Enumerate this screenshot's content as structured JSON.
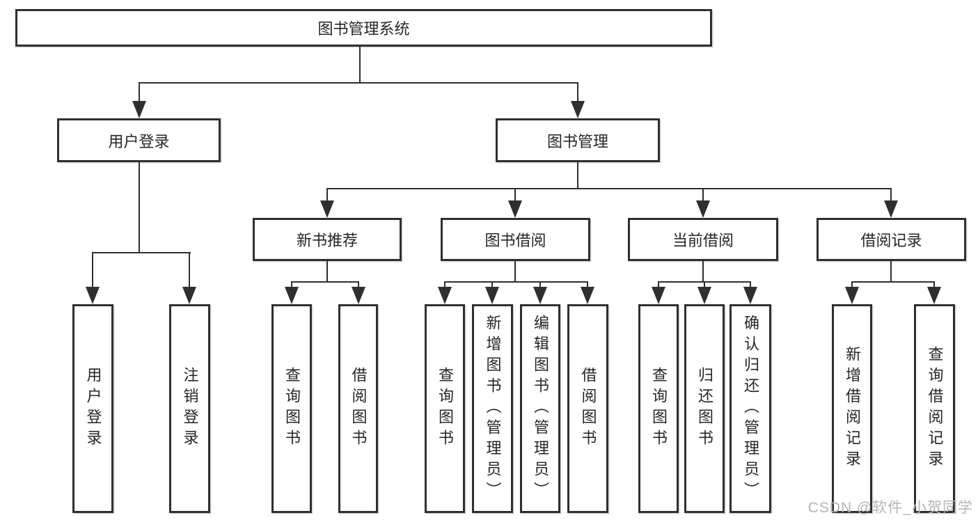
{
  "colors": {
    "line": "#2f2f2f",
    "text": "#262626",
    "watermark": "#b5b5b5",
    "background": "#ffffff"
  },
  "watermark": {
    "text": "CSDN @软件_小贺同学"
  },
  "diagram": {
    "root": {
      "label": "图书管理系统"
    },
    "branches": [
      {
        "label": "用户登录",
        "children": [
          {
            "label": "用户登录"
          },
          {
            "label": "注销登录"
          }
        ]
      },
      {
        "label": "图书管理",
        "children": [
          {
            "label": "新书推荐",
            "children": [
              {
                "label": "查询图书"
              },
              {
                "label": "借阅图书"
              }
            ]
          },
          {
            "label": "图书借阅",
            "children": [
              {
                "label": "查询图书"
              },
              {
                "label": "新增图书（管理员）"
              },
              {
                "label": "编辑图书（管理员）"
              },
              {
                "label": "借阅图书"
              }
            ]
          },
          {
            "label": "当前借阅",
            "children": [
              {
                "label": "查询图书"
              },
              {
                "label": "归还图书"
              },
              {
                "label": "确认归还（管理员）"
              }
            ]
          },
          {
            "label": "借阅记录",
            "children": [
              {
                "label": "新增借阅记录"
              },
              {
                "label": "查询借阅记录"
              }
            ]
          }
        ]
      }
    ]
  }
}
